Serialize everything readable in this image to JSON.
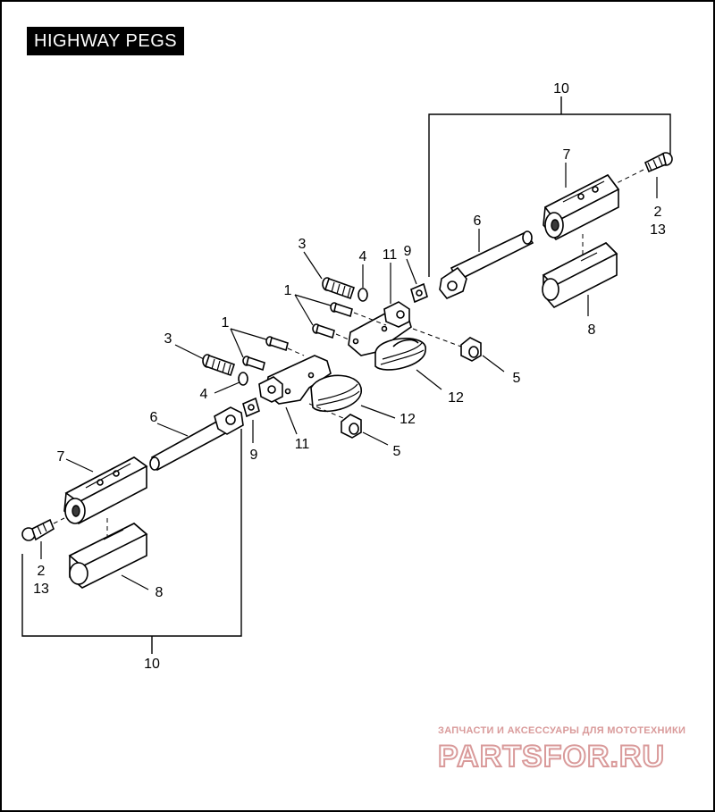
{
  "title": "HIGHWAY PEGS",
  "labels": {
    "bracket_top": "10",
    "bracket_bottom": "10",
    "r7": "7",
    "r2": "2",
    "r13": "13",
    "r6": "6",
    "r8": "8",
    "u3": "3",
    "u4": "4",
    "u11": "11",
    "u9": "9",
    "u1": "1",
    "u5": "5",
    "u12": "12",
    "l1": "1",
    "l3": "3",
    "l4": "4",
    "l6": "6",
    "l9": "9",
    "l11": "11",
    "l12": "12",
    "l5": "5",
    "l7": "7",
    "l2": "2",
    "l13": "13",
    "l8": "8"
  },
  "watermark": {
    "top_text": "ЗАПЧАСТИ И АКСЕССУАРЫ ДЛЯ МОТОТЕХНИКИ",
    "logo_text": "PARTSFOR.RU",
    "color": "#d99a9a"
  }
}
